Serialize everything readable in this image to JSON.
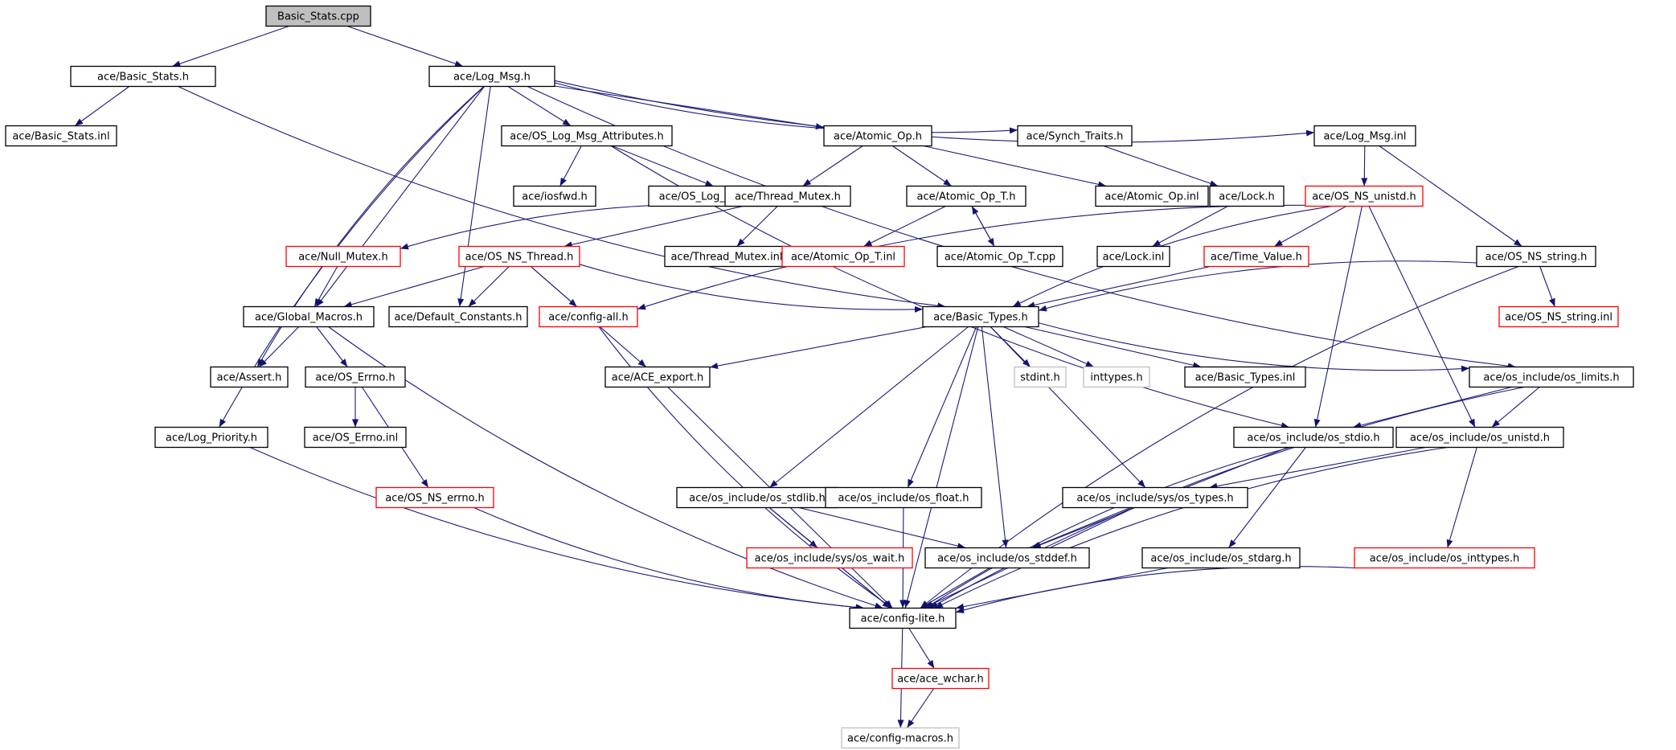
{
  "colors": {
    "edge": "#1a1a7a",
    "arrow": "#12126e",
    "border_normal": "#000000",
    "border_truncated": "#ff0000",
    "border_missing": "#bfbfbf",
    "fill_root": "#bfbfbf",
    "fill_default": "#ffffff"
  },
  "graph": {
    "nodes": [
      {
        "id": "n_basic_stats_cpp",
        "label": "Basic_Stats.cpp",
        "style": "root"
      },
      {
        "id": "n_basic_stats_h",
        "label": "ace/Basic_Stats.h",
        "style": "normal"
      },
      {
        "id": "n_log_msg_h",
        "label": "ace/Log_Msg.h",
        "style": "normal"
      },
      {
        "id": "n_basic_stats_inl",
        "label": "ace/Basic_Stats.inl",
        "style": "normal"
      },
      {
        "id": "n_os_log_msg_attr_h",
        "label": "ace/OS_Log_Msg_Attributes.h",
        "style": "normal"
      },
      {
        "id": "n_atomic_op_h",
        "label": "ace/Atomic_Op.h",
        "style": "normal"
      },
      {
        "id": "n_synch_traits_h",
        "label": "ace/Synch_Traits.h",
        "style": "normal"
      },
      {
        "id": "n_log_msg_inl",
        "label": "ace/Log_Msg.inl",
        "style": "normal"
      },
      {
        "id": "n_iosfwd_h",
        "label": "ace/iosfwd.h",
        "style": "normal"
      },
      {
        "id": "n_os_log_msg_attr_inl",
        "label": "ace/OS_Log_Msg_Attributes.inl",
        "style": "normal"
      },
      {
        "id": "n_thread_mutex_h",
        "label": "ace/Thread_Mutex.h",
        "style": "normal"
      },
      {
        "id": "n_atomic_op_t_h",
        "label": "ace/Atomic_Op_T.h",
        "style": "normal"
      },
      {
        "id": "n_atomic_op_inl",
        "label": "ace/Atomic_Op.inl",
        "style": "normal"
      },
      {
        "id": "n_lock_h",
        "label": "ace/Lock.h",
        "style": "normal"
      },
      {
        "id": "n_os_ns_unistd_h",
        "label": "ace/OS_NS_unistd.h",
        "style": "truncated"
      },
      {
        "id": "n_null_mutex_h",
        "label": "ace/Null_Mutex.h",
        "style": "truncated"
      },
      {
        "id": "n_os_ns_thread_h",
        "label": "ace/OS_NS_Thread.h",
        "style": "truncated"
      },
      {
        "id": "n_thread_mutex_inl",
        "label": "ace/Thread_Mutex.inl",
        "style": "normal"
      },
      {
        "id": "n_atomic_op_t_inl",
        "label": "ace/Atomic_Op_T.inl",
        "style": "truncated"
      },
      {
        "id": "n_atomic_op_t_cpp",
        "label": "ace/Atomic_Op_T.cpp",
        "style": "normal"
      },
      {
        "id": "n_lock_inl",
        "label": "ace/Lock.inl",
        "style": "normal"
      },
      {
        "id": "n_time_value_h",
        "label": "ace/Time_Value.h",
        "style": "truncated"
      },
      {
        "id": "n_os_ns_string_h",
        "label": "ace/OS_NS_string.h",
        "style": "normal"
      },
      {
        "id": "n_global_macros_h",
        "label": "ace/Global_Macros.h",
        "style": "normal"
      },
      {
        "id": "n_default_constants_h",
        "label": "ace/Default_Constants.h",
        "style": "normal"
      },
      {
        "id": "n_config_all_h",
        "label": "ace/config-all.h",
        "style": "truncated"
      },
      {
        "id": "n_basic_types_h",
        "label": "ace/Basic_Types.h",
        "style": "normal"
      },
      {
        "id": "n_os_ns_string_inl",
        "label": "ace/OS_NS_string.inl",
        "style": "truncated"
      },
      {
        "id": "n_assert_h",
        "label": "ace/Assert.h",
        "style": "normal"
      },
      {
        "id": "n_os_errno_h",
        "label": "ace/OS_Errno.h",
        "style": "normal"
      },
      {
        "id": "n_ace_export_h",
        "label": "ace/ACE_export.h",
        "style": "normal"
      },
      {
        "id": "n_stdint_h",
        "label": "stdint.h",
        "style": "missing"
      },
      {
        "id": "n_inttypes_h",
        "label": "inttypes.h",
        "style": "missing"
      },
      {
        "id": "n_basic_types_inl",
        "label": "ace/Basic_Types.inl",
        "style": "normal"
      },
      {
        "id": "n_os_limits_h",
        "label": "ace/os_include/os_limits.h",
        "style": "normal"
      },
      {
        "id": "n_log_priority_h",
        "label": "ace/Log_Priority.h",
        "style": "normal"
      },
      {
        "id": "n_os_errno_inl",
        "label": "ace/OS_Errno.inl",
        "style": "normal"
      },
      {
        "id": "n_os_stdio_h",
        "label": "ace/os_include/os_stdio.h",
        "style": "normal"
      },
      {
        "id": "n_os_unistd_h",
        "label": "ace/os_include/os_unistd.h",
        "style": "normal"
      },
      {
        "id": "n_os_ns_errno_h",
        "label": "ace/OS_NS_errno.h",
        "style": "truncated"
      },
      {
        "id": "n_os_stdlib_h",
        "label": "ace/os_include/os_stdlib.h",
        "style": "normal"
      },
      {
        "id": "n_os_float_h",
        "label": "ace/os_include/os_float.h",
        "style": "normal"
      },
      {
        "id": "n_os_sys_types_h",
        "label": "ace/os_include/sys/os_types.h",
        "style": "normal"
      },
      {
        "id": "n_os_sys_wait_h",
        "label": "ace/os_include/sys/os_wait.h",
        "style": "truncated"
      },
      {
        "id": "n_os_stddef_h",
        "label": "ace/os_include/os_stddef.h",
        "style": "normal"
      },
      {
        "id": "n_os_stdarg_h",
        "label": "ace/os_include/os_stdarg.h",
        "style": "normal"
      },
      {
        "id": "n_os_inttypes_h",
        "label": "ace/os_include/os_inttypes.h",
        "style": "truncated"
      },
      {
        "id": "n_config_lite_h",
        "label": "ace/config-lite.h",
        "style": "normal"
      },
      {
        "id": "n_ace_wchar_h",
        "label": "ace/ace_wchar.h",
        "style": "truncated"
      },
      {
        "id": "n_config_macros_h",
        "label": "ace/config-macros.h",
        "style": "missing"
      }
    ],
    "edges": [
      [
        "n_basic_stats_cpp",
        "n_basic_stats_h"
      ],
      [
        "n_basic_stats_cpp",
        "n_log_msg_h"
      ],
      [
        "n_basic_stats_h",
        "n_basic_stats_inl"
      ],
      [
        "n_basic_stats_h",
        "n_basic_types_h"
      ],
      [
        "n_log_msg_h",
        "n_os_log_msg_attr_h"
      ],
      [
        "n_log_msg_h",
        "n_atomic_op_h"
      ],
      [
        "n_log_msg_h",
        "n_synch_traits_h"
      ],
      [
        "n_log_msg_h",
        "n_log_msg_inl"
      ],
      [
        "n_log_msg_h",
        "n_global_macros_h"
      ],
      [
        "n_log_msg_h",
        "n_default_constants_h"
      ],
      [
        "n_log_msg_h",
        "n_assert_h"
      ],
      [
        "n_log_msg_h",
        "n_log_priority_h"
      ],
      [
        "n_log_msg_h",
        "n_os_limits_h"
      ],
      [
        "n_os_log_msg_attr_h",
        "n_iosfwd_h"
      ],
      [
        "n_os_log_msg_attr_h",
        "n_os_log_msg_attr_inl"
      ],
      [
        "n_os_log_msg_attr_h",
        "n_os_stdio_h"
      ],
      [
        "n_atomic_op_h",
        "n_thread_mutex_h"
      ],
      [
        "n_atomic_op_h",
        "n_atomic_op_t_h"
      ],
      [
        "n_atomic_op_h",
        "n_atomic_op_inl"
      ],
      [
        "n_synch_traits_h",
        "n_lock_h"
      ],
      [
        "n_log_msg_inl",
        "n_os_ns_unistd_h"
      ],
      [
        "n_log_msg_inl",
        "n_os_ns_string_h"
      ],
      [
        "n_thread_mutex_h",
        "n_null_mutex_h"
      ],
      [
        "n_thread_mutex_h",
        "n_os_ns_thread_h"
      ],
      [
        "n_thread_mutex_h",
        "n_thread_mutex_inl"
      ],
      [
        "n_atomic_op_t_h",
        "n_atomic_op_t_inl"
      ],
      [
        "n_atomic_op_t_h",
        "n_atomic_op_t_cpp"
      ],
      [
        "n_atomic_op_t_cpp",
        "n_atomic_op_t_h"
      ],
      [
        "n_lock_h",
        "n_lock_inl"
      ],
      [
        "n_os_ns_unistd_h",
        "n_time_value_h"
      ],
      [
        "n_os_ns_unistd_h",
        "n_basic_types_h"
      ],
      [
        "n_os_ns_unistd_h",
        "n_config_all_h"
      ],
      [
        "n_os_ns_unistd_h",
        "n_os_stdio_h"
      ],
      [
        "n_os_ns_unistd_h",
        "n_os_unistd_h"
      ],
      [
        "n_null_mutex_h",
        "n_global_macros_h"
      ],
      [
        "n_os_ns_thread_h",
        "n_global_macros_h"
      ],
      [
        "n_os_ns_thread_h",
        "n_default_constants_h"
      ],
      [
        "n_os_ns_thread_h",
        "n_config_all_h"
      ],
      [
        "n_os_ns_thread_h",
        "n_basic_types_h"
      ],
      [
        "n_os_ns_thread_h",
        "n_ace_export_h"
      ],
      [
        "n_time_value_h",
        "n_basic_types_h"
      ],
      [
        "n_os_ns_string_h",
        "n_basic_types_h"
      ],
      [
        "n_os_ns_string_h",
        "n_os_ns_string_inl"
      ],
      [
        "n_os_ns_string_h",
        "n_config_lite_h"
      ],
      [
        "n_global_macros_h",
        "n_assert_h"
      ],
      [
        "n_global_macros_h",
        "n_os_errno_h"
      ],
      [
        "n_global_macros_h",
        "n_config_lite_h"
      ],
      [
        "n_config_all_h",
        "n_config_lite_h"
      ],
      [
        "n_basic_types_h",
        "n_ace_export_h"
      ],
      [
        "n_basic_types_h",
        "n_stdint_h"
      ],
      [
        "n_basic_types_h",
        "n_inttypes_h"
      ],
      [
        "n_basic_types_h",
        "n_basic_types_inl"
      ],
      [
        "n_basic_types_h",
        "n_os_limits_h"
      ],
      [
        "n_basic_types_h",
        "n_os_stdlib_h"
      ],
      [
        "n_basic_types_h",
        "n_os_float_h"
      ],
      [
        "n_basic_types_h",
        "n_os_sys_types_h"
      ],
      [
        "n_basic_types_h",
        "n_os_stddef_h"
      ],
      [
        "n_basic_types_h",
        "n_config_lite_h"
      ],
      [
        "n_os_errno_h",
        "n_os_errno_inl"
      ],
      [
        "n_os_errno_h",
        "n_os_ns_errno_h"
      ],
      [
        "n_ace_export_h",
        "n_config_lite_h"
      ],
      [
        "n_os_limits_h",
        "n_os_stdio_h"
      ],
      [
        "n_os_limits_h",
        "n_os_unistd_h"
      ],
      [
        "n_os_limits_h",
        "n_config_lite_h"
      ],
      [
        "n_log_priority_h",
        "n_config_lite_h"
      ],
      [
        "n_os_stdio_h",
        "n_os_stddef_h"
      ],
      [
        "n_os_stdio_h",
        "n_os_stdarg_h"
      ],
      [
        "n_os_stdio_h",
        "n_config_lite_h"
      ],
      [
        "n_os_unistd_h",
        "n_os_sys_types_h"
      ],
      [
        "n_os_unistd_h",
        "n_os_inttypes_h"
      ],
      [
        "n_os_unistd_h",
        "n_config_lite_h"
      ],
      [
        "n_os_ns_errno_h",
        "n_config_lite_h"
      ],
      [
        "n_os_stdlib_h",
        "n_os_sys_wait_h"
      ],
      [
        "n_os_stdlib_h",
        "n_os_stddef_h"
      ],
      [
        "n_os_stdlib_h",
        "n_config_lite_h"
      ],
      [
        "n_os_float_h",
        "n_config_lite_h"
      ],
      [
        "n_os_sys_types_h",
        "n_os_stddef_h"
      ],
      [
        "n_os_sys_types_h",
        "n_config_lite_h"
      ],
      [
        "n_os_sys_wait_h",
        "n_config_lite_h"
      ],
      [
        "n_os_stddef_h",
        "n_config_lite_h"
      ],
      [
        "n_os_stdarg_h",
        "n_config_lite_h"
      ],
      [
        "n_os_inttypes_h",
        "n_config_lite_h"
      ],
      [
        "n_config_lite_h",
        "n_ace_wchar_h"
      ],
      [
        "n_config_lite_h",
        "n_config_macros_h"
      ],
      [
        "n_ace_wchar_h",
        "n_config_macros_h"
      ]
    ]
  }
}
